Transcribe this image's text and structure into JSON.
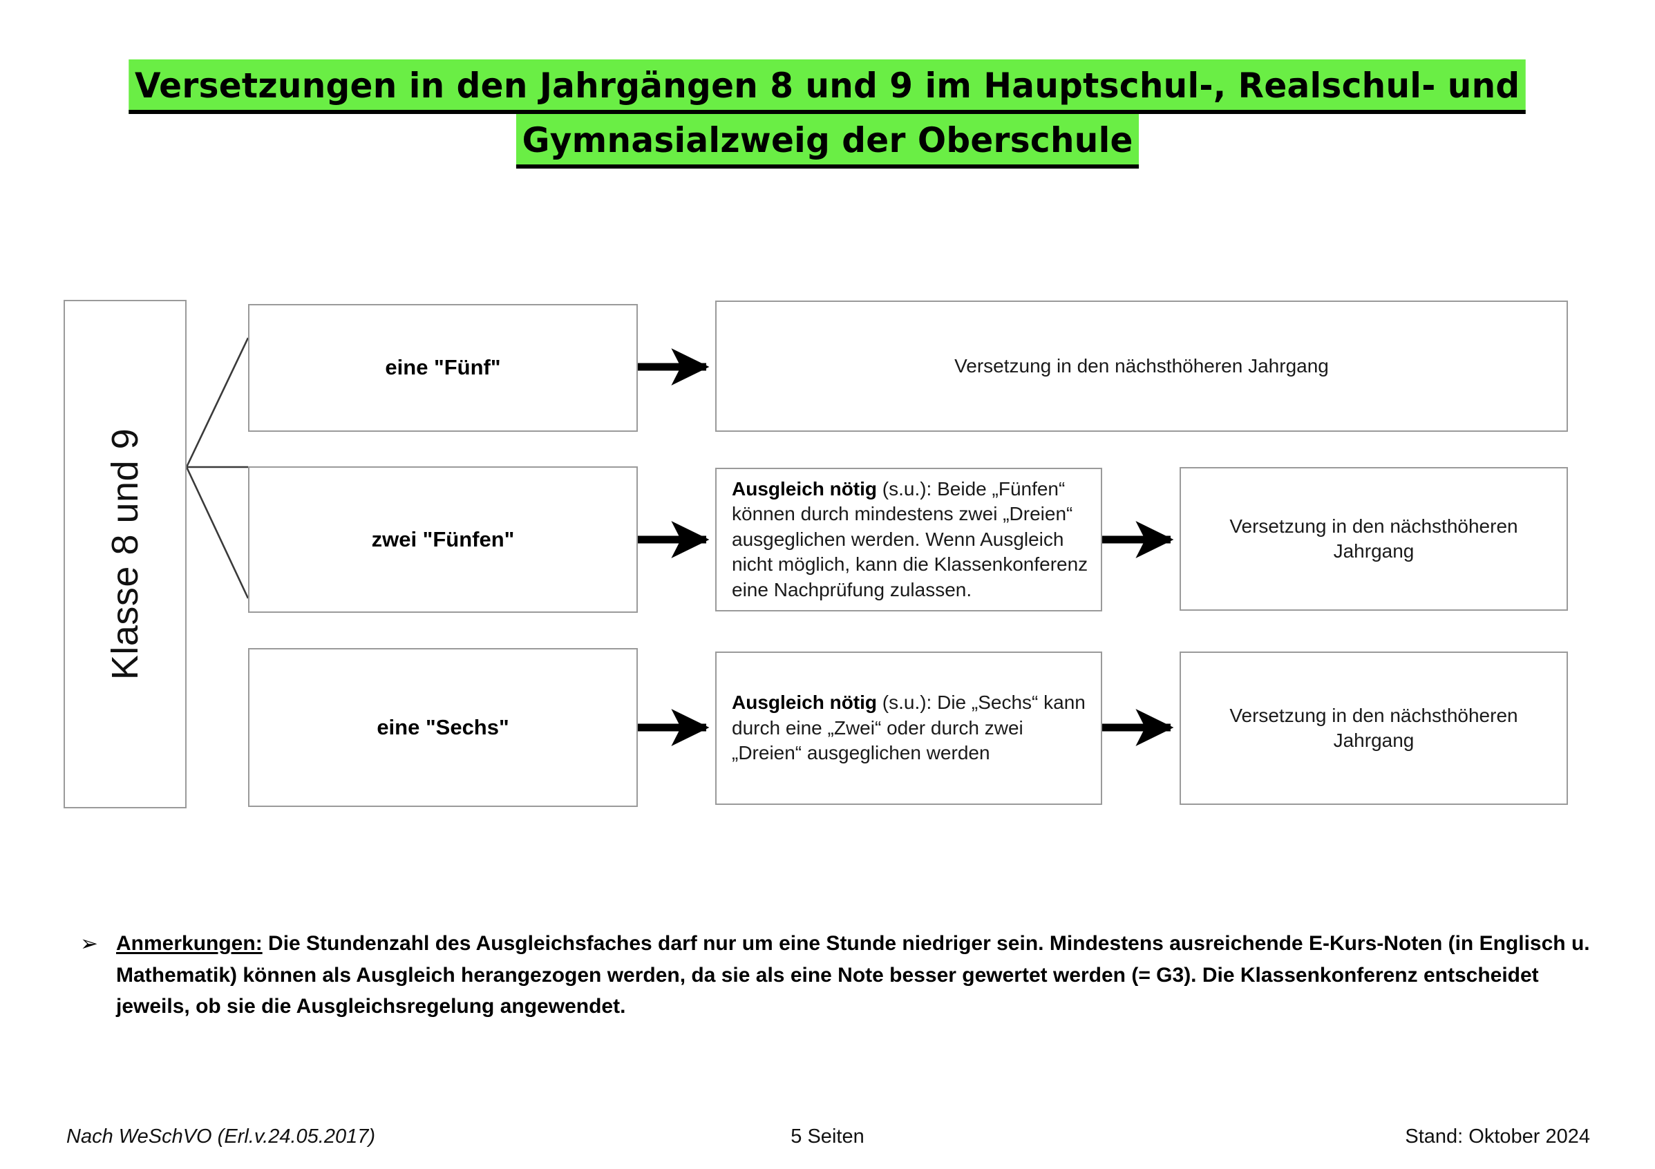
{
  "title": {
    "line1": "Versetzungen in den Jahrgängen 8 und 9  im Hauptschul-, Realschul- und",
    "line2": "Gymnasialzweig der Oberschule",
    "highlight_color": "#6AEE45",
    "text_color": "#000000"
  },
  "diagram": {
    "source_box": {
      "label": "Klasse 8 und 9",
      "orientation": "vertical-bottom-to-top"
    },
    "rows": [
      {
        "condition": "eine \"Fünf\"",
        "middle": null,
        "result": "Versetzung in den nächsthöheren Jahrgang"
      },
      {
        "condition": "zwei \"Fünfen\"",
        "middle": {
          "lead": "Ausgleich nötig",
          "rest": " (s.u.): Beide „Fünfen“ können durch mindestens zwei „Dreien“ ausgeglichen werden. Wenn Ausgleich nicht möglich, kann die Klassenkonferenz eine Nachprüfung zulassen."
        },
        "result": "Versetzung in den nächsthöheren Jahrgang"
      },
      {
        "condition": "eine \"Sechs\"",
        "middle": {
          "lead": "Ausgleich nötig",
          "rest": " (s.u.): Die „Sechs“ kann durch eine „Zwei“ oder durch zwei „Dreien“ ausgeglichen werden"
        },
        "result": "Versetzung in den nächsthöheren Jahrgang"
      }
    ],
    "box_border_color": "#9a9a9a",
    "arrow_color": "#000000"
  },
  "annotation": {
    "bullet_glyph": "➢",
    "lead": "Anmerkungen:",
    "text": " Die Stundenzahl des Ausgleichsfaches darf nur um eine Stunde niedriger sein. Mindestens ausreichende E-Kurs-Noten (in Englisch u. Mathematik) können als Ausgleich herangezogen werden, da sie als eine Note besser gewertet werden (= G3). Die Klassenkonferenz entscheidet jeweils, ob sie die Ausgleichsregelung angewendet."
  },
  "footer": {
    "left": "Nach WeSchVO (Erl.v.24.05.2017)",
    "center": "5 Seiten",
    "right": "Stand: Oktober 2024"
  }
}
